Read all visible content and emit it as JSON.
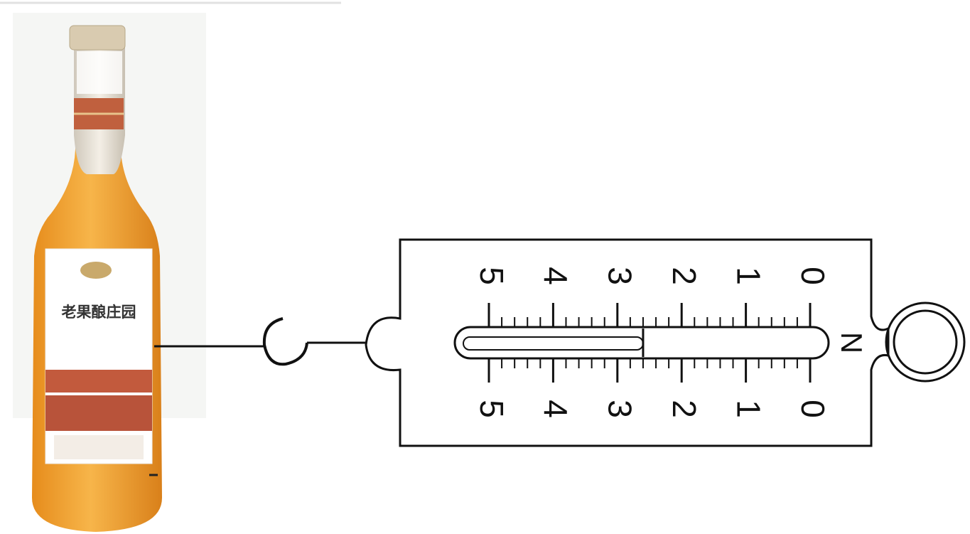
{
  "bottle": {
    "label_text": "老果酿庄园",
    "colors": {
      "liquid": "#f0a636",
      "neck": "#e8e1d4",
      "label": "#ffffff",
      "band": "#b8533a"
    }
  },
  "spring_scale": {
    "unit": "N",
    "scale_max": 5,
    "divisions_per_unit": 5,
    "tick_labels": [
      "0",
      "1",
      "2",
      "3",
      "4",
      "5"
    ],
    "reading": 2.6
  }
}
